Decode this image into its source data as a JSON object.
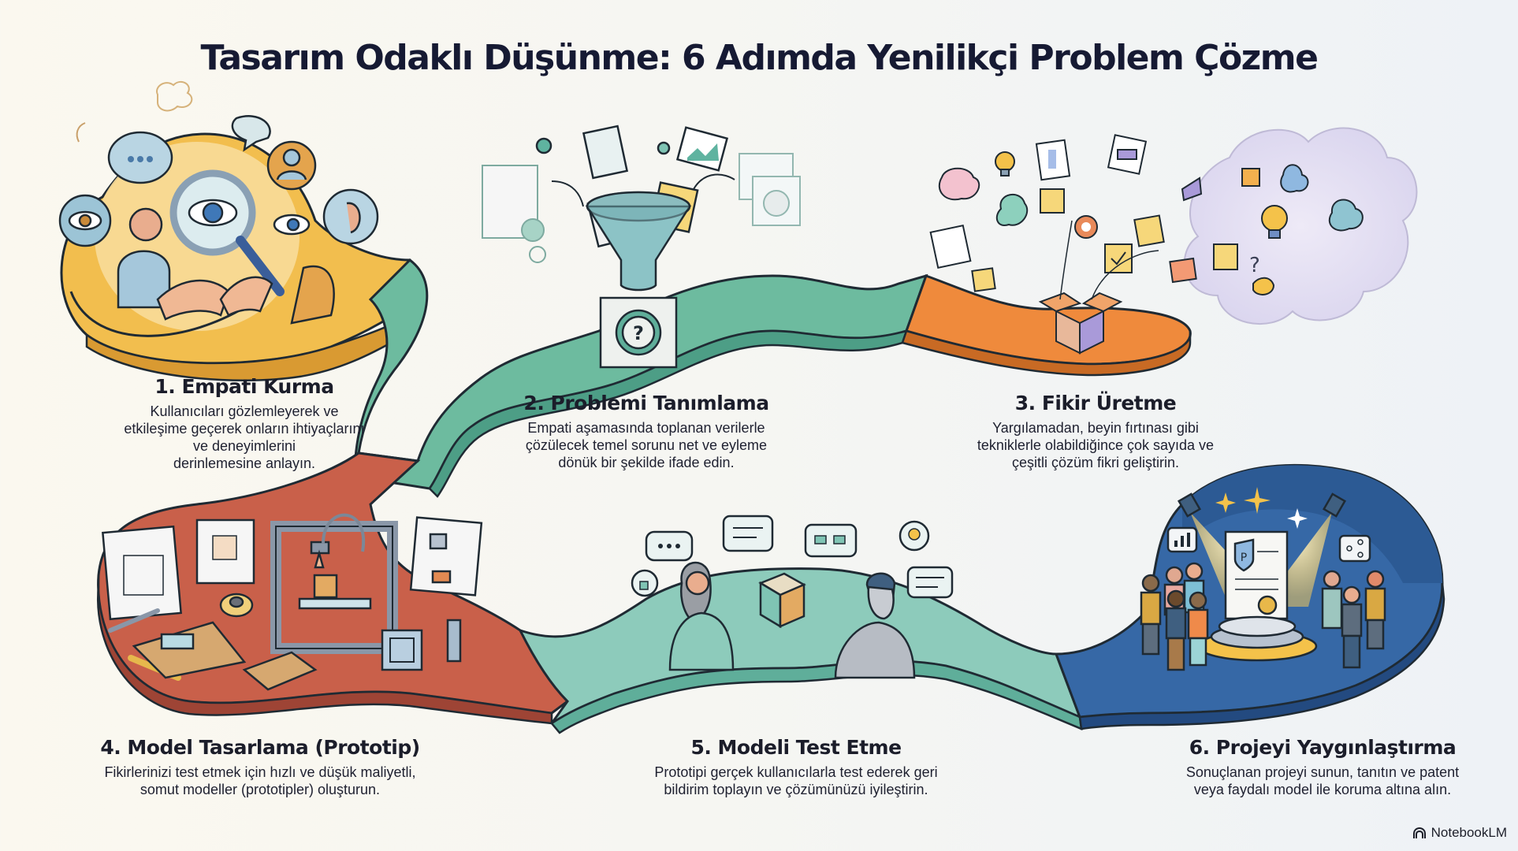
{
  "title": "Tasarım Odaklı Düşünme: 6 Adımda Yenilikçi Problem Çözme",
  "colors": {
    "step1": "#f2be4e",
    "step2": "#6dbb9f",
    "step3": "#ef8a3c",
    "step4": "#c9604a",
    "step5": "#8dcbbb",
    "step6": "#3668a6",
    "outline": "#1f2a33",
    "text": "#1b1d2a"
  },
  "steps": [
    {
      "number": 1,
      "title": "1. Empati Kurma",
      "description_lines": [
        "Kullanıcıları gözlemleyerek ve",
        "etkileşime geçerek onların ihtiyaçlarını",
        "ve deneyimlerini",
        "derinlemesine anlayın."
      ],
      "illustration": "hug-magnifier-eye-ear-speech-bubbles"
    },
    {
      "number": 2,
      "title": "2. Problemi Tanımlama",
      "description_lines": [
        "Empati aşamasında toplanan verilerle",
        "çözülecek temel sorunu net ve eyleme",
        "dönük bir şekilde ifade edin."
      ],
      "illustration": "funnel-documents-target-question"
    },
    {
      "number": 3,
      "title": "3. Fikir Üretme",
      "description_lines": [
        "Yargılamadan, beyin fırtınası gibi",
        "tekniklerle olabildiğince çok sayıda ve",
        "çeşitli çözüm fikri geliştirin."
      ],
      "illustration": "open-box-idea-cloud-sticky-notes-lightbulbs"
    },
    {
      "number": 4,
      "title": "4. Model Tasarlama (Prototip)",
      "description_lines": [
        "Fikirlerinizi test etmek için hızlı ve düşük maliyetli,",
        "somut modeller (prototipler) oluşturun."
      ],
      "illustration": "3d-printer-sketches-tools-cardboard"
    },
    {
      "number": 5,
      "title": "5. Modeli Test Etme",
      "description_lines": [
        "Prototipi gerçek kullanıcılarla test ederek geri",
        "bildirim toplayın ve çözümünüzü iyileştirin."
      ],
      "illustration": "two-people-cube-feedback-bubbles"
    },
    {
      "number": 6,
      "title": "6. Projeyi Yaygınlaştırma",
      "description_lines": [
        "Sonuçlanan projeyi sunun, tanıtın ve patent",
        "veya faydalı model ile koruma altına alın."
      ],
      "illustration": "patent-document-spotlights-audience"
    }
  ],
  "brand": {
    "label": "NotebookLM"
  }
}
